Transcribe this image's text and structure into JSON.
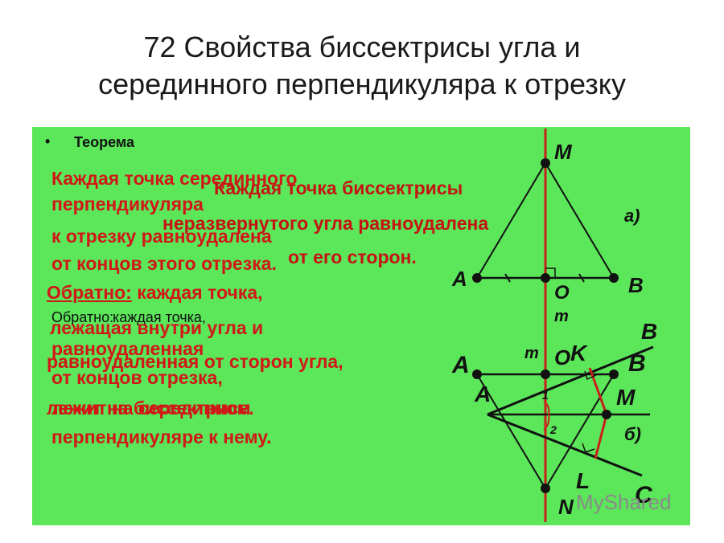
{
  "title": {
    "line1": "72  Свойства биссектрисы угла и",
    "line2": "серединного перпендикуляра к отрезку"
  },
  "theorem_label": "Теорема",
  "bullet": "•",
  "perp_theorem": {
    "line1": "Каждая точка серединного",
    "line2": "перпендикуляра",
    "line3": "к отрезку равноудалена",
    "line4": "от концов этого отрезка."
  },
  "bisector_theorem": {
    "line1": "Каждая точка биссектрисы",
    "line2": "неразвернутого угла равноудалена",
    "line3": "от его сторон."
  },
  "converse_red": {
    "label": "Обратно:",
    "line1": " каждая точка,",
    "line2": "лежащая внутри угла и",
    "line3": "равноудаленная от сторон угла,",
    "line4": "лежит на биссектрисе."
  },
  "converse_black": {
    "label": "Обратно:",
    "line1": " каждая точка,",
    "line2": "равноудаленная",
    "line3": "от концов отрезка,",
    "line4": "лежит на серединном",
    "line5": "перпендикуляре к нему."
  },
  "figure": {
    "labels": {
      "M_top": "M",
      "a_label": "а)",
      "A_top": "A",
      "O_top": "O",
      "B_top": "B",
      "m_top": "m",
      "B_ray": "B",
      "A_mid": "A",
      "m_mid": "m",
      "O_mid": "O",
      "K": "K",
      "B_mid": "B",
      "A_vertex": "A",
      "M_mid": "M",
      "one": "1",
      "two": "2",
      "b_label": "б)",
      "L": "L",
      "N": "N",
      "C": "C"
    }
  },
  "watermark": "MyShared",
  "colors": {
    "panel": "#5ce65a",
    "red_text": "#d01818",
    "red_line": "#c8201a"
  }
}
